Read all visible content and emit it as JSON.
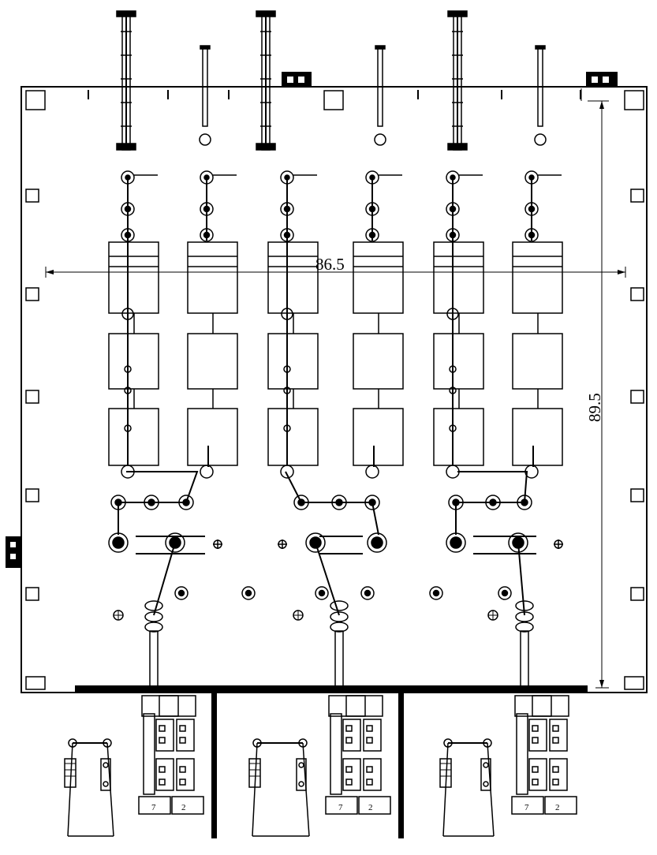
{
  "diagram": {
    "dimension_width": "86.5",
    "dimension_height": "89.5",
    "terminal_labels": [
      "7",
      "2",
      "7",
      "2",
      "7",
      "2"
    ],
    "line_color": "#000000",
    "background_color": "#ffffff"
  }
}
